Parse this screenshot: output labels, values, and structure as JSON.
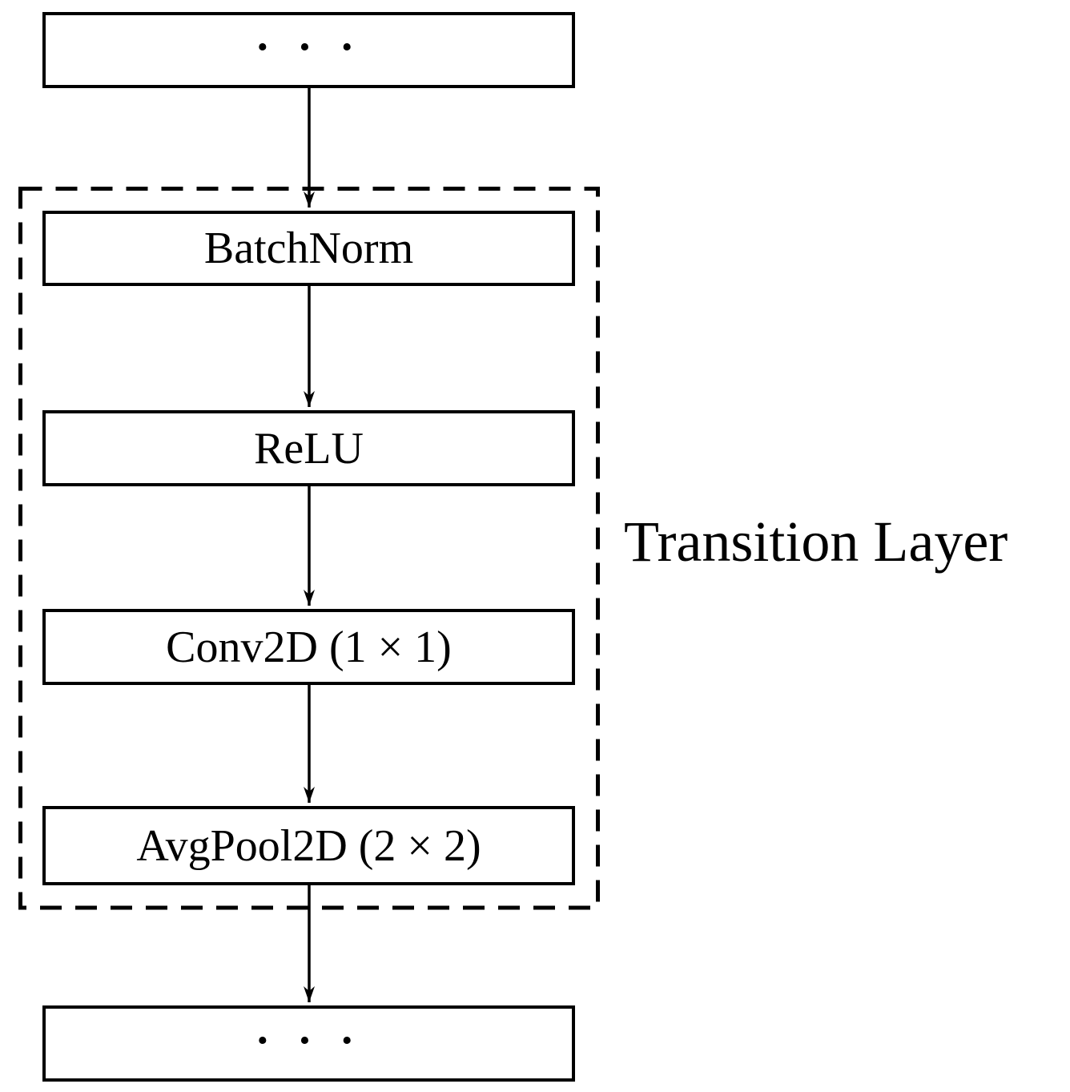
{
  "diagram": {
    "group_label": "Transition Layer",
    "nodes": [
      {
        "id": "previous-layers",
        "label": "· · ·"
      },
      {
        "id": "batchnorm",
        "label": "BatchNorm"
      },
      {
        "id": "relu",
        "label": "ReLU"
      },
      {
        "id": "conv2d",
        "label": "Conv2D (1 × 1)"
      },
      {
        "id": "avgpool2d",
        "label": "AvgPool2D (2 × 2)"
      },
      {
        "id": "next-layers",
        "label": "· · ·"
      }
    ],
    "edges": [
      {
        "from": "previous-layers",
        "to": "batchnorm"
      },
      {
        "from": "batchnorm",
        "to": "relu"
      },
      {
        "from": "relu",
        "to": "conv2d"
      },
      {
        "from": "conv2d",
        "to": "avgpool2d"
      },
      {
        "from": "avgpool2d",
        "to": "next-layers"
      }
    ],
    "colors": {
      "stroke": "#000000",
      "background": "#ffffff"
    }
  }
}
